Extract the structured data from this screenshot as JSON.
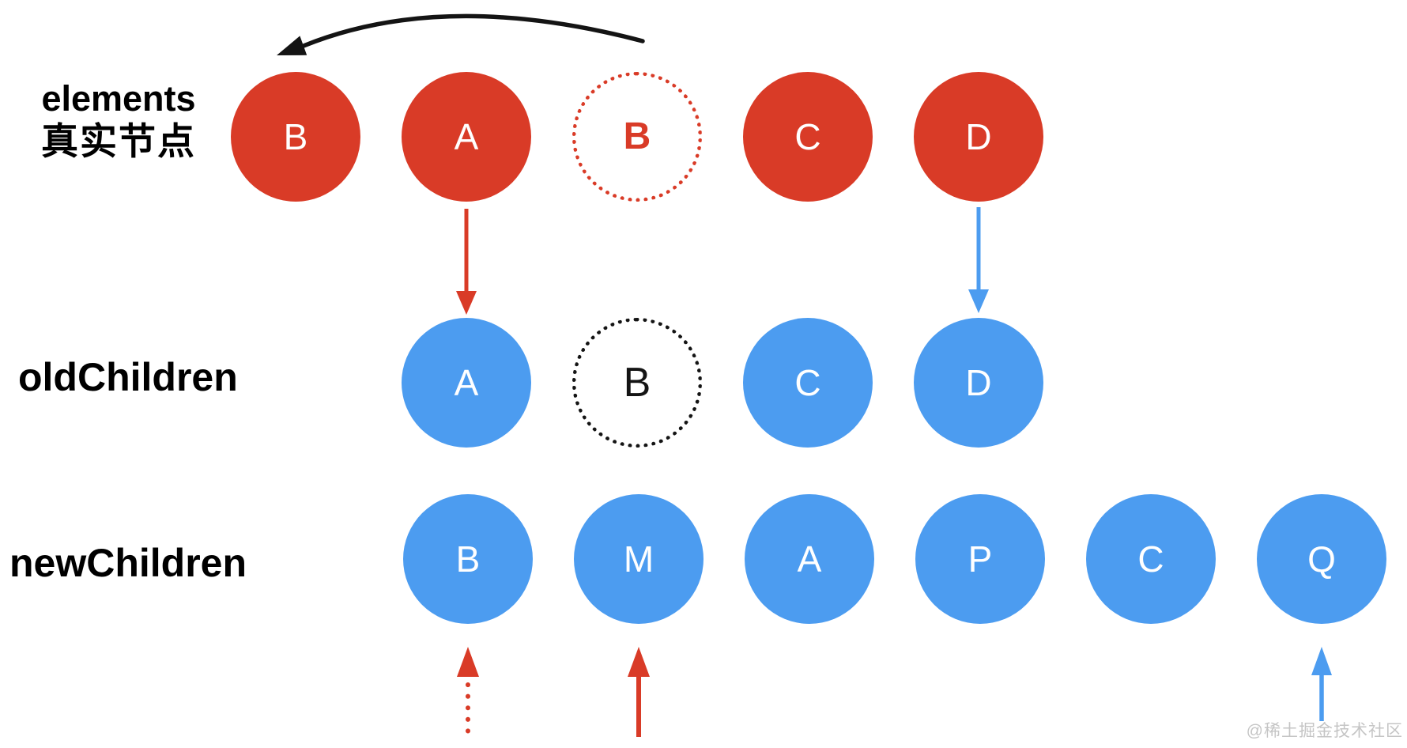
{
  "colors": {
    "red": "#D93B27",
    "blue": "#4C9CF0",
    "ink": "#141414",
    "watermark": "#C5C5C5"
  },
  "rows": [
    {
      "id": "elements",
      "label_lines": [
        "elements",
        "真实节点"
      ],
      "nodes": [
        {
          "letter": "B",
          "variant": "solid-red"
        },
        {
          "letter": "A",
          "variant": "solid-red"
        },
        {
          "letter": "B",
          "variant": "dotted-red"
        },
        {
          "letter": "C",
          "variant": "solid-red"
        },
        {
          "letter": "D",
          "variant": "solid-red"
        }
      ]
    },
    {
      "id": "oldChildren",
      "label_lines": [
        "oldChildren"
      ],
      "nodes": [
        {
          "letter": "A",
          "variant": "solid-blue"
        },
        {
          "letter": "B",
          "variant": "dotted-black"
        },
        {
          "letter": "C",
          "variant": "solid-blue"
        },
        {
          "letter": "D",
          "variant": "solid-blue"
        }
      ]
    },
    {
      "id": "newChildren",
      "label_lines": [
        "newChildren"
      ],
      "nodes": [
        {
          "letter": "B",
          "variant": "solid-blue"
        },
        {
          "letter": "M",
          "variant": "solid-blue"
        },
        {
          "letter": "A",
          "variant": "solid-blue"
        },
        {
          "letter": "P",
          "variant": "solid-blue"
        },
        {
          "letter": "C",
          "variant": "solid-blue"
        },
        {
          "letter": "Q",
          "variant": "solid-blue"
        }
      ]
    }
  ],
  "arrows": [
    {
      "name": "move-b-to-front-arrow",
      "style": "solid-curved",
      "color": "ink"
    },
    {
      "name": "patch-a-down-arrow",
      "style": "solid-down",
      "color": "red"
    },
    {
      "name": "patch-d-down-arrow",
      "style": "solid-down",
      "color": "blue"
    },
    {
      "name": "new-b-dotted-up-arrow",
      "style": "dotted-up",
      "color": "red"
    },
    {
      "name": "insert-m-up-arrow",
      "style": "solid-up",
      "color": "red"
    },
    {
      "name": "insert-q-up-arrow",
      "style": "solid-up",
      "color": "blue"
    }
  ],
  "watermark": {
    "text": "@稀土掘金技术社区"
  }
}
